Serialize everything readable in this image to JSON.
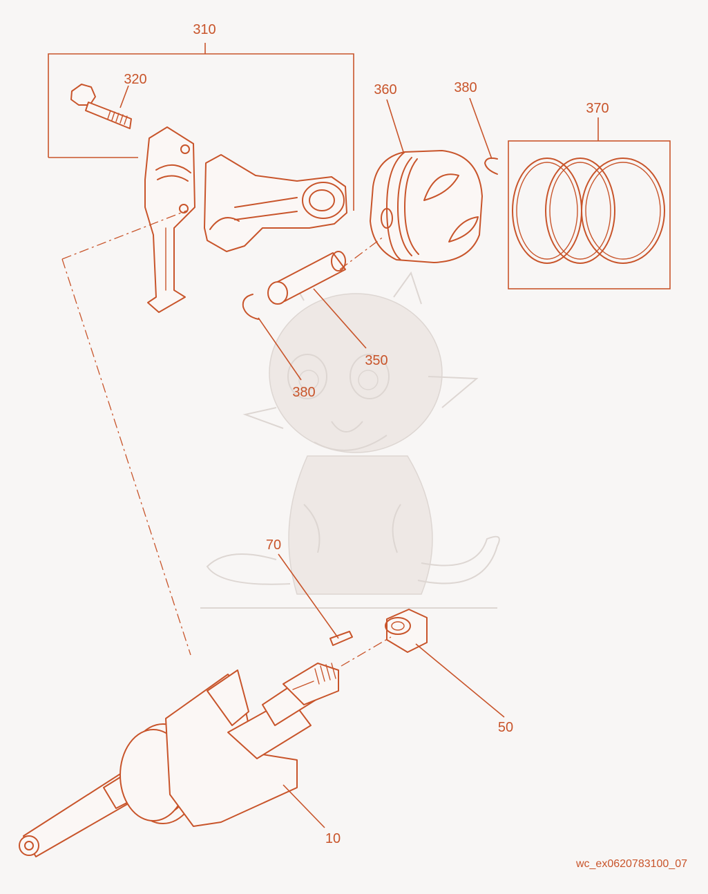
{
  "labels": {
    "assembly_310": "310",
    "bolt_320": "320",
    "piston_360": "360",
    "clip_380_top": "380",
    "rings_370": "370",
    "pin_350": "350",
    "clip_380_left": "380",
    "key_70": "70",
    "nut_50": "50",
    "crankshaft_10": "10"
  },
  "reference_code": "wc_ex0620783100_07",
  "colors": {
    "line": "#c8542a",
    "background": "#f8f6f5",
    "watermark": "#ddd6d2"
  }
}
